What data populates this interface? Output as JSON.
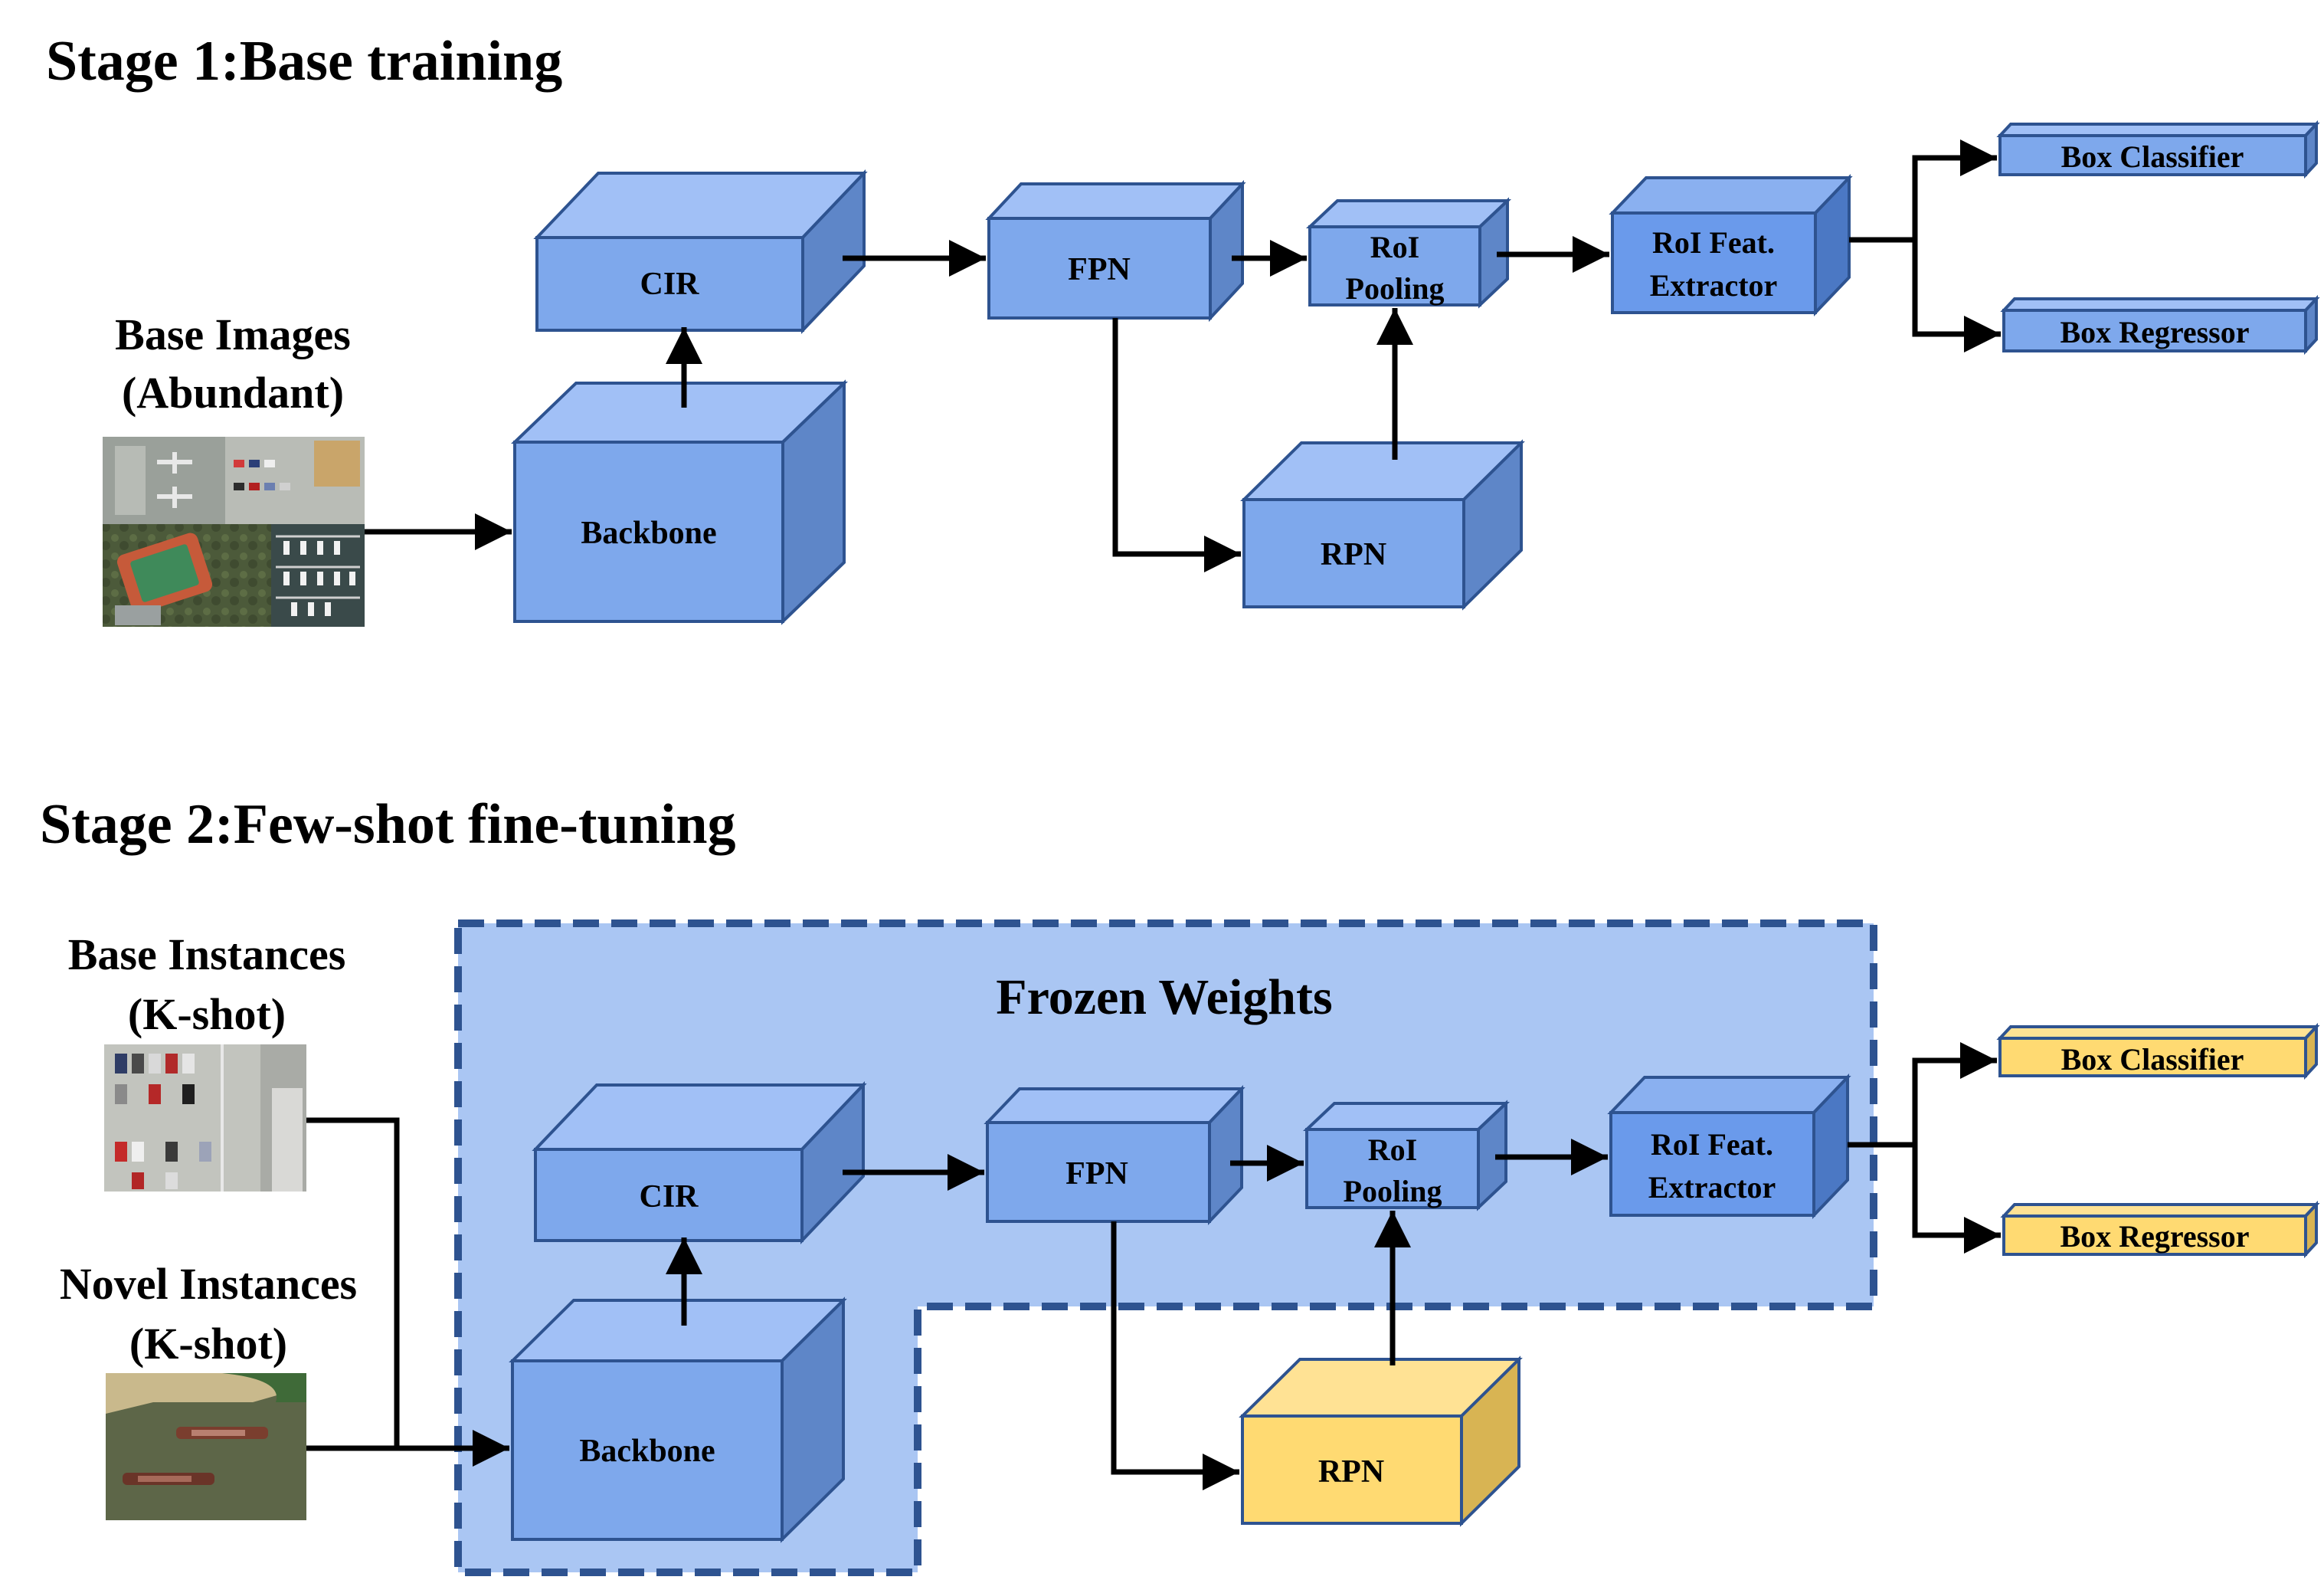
{
  "stage1": {
    "title": "Stage 1:Base training",
    "input_caption": [
      "Base Images",
      "(Abundant)"
    ],
    "modules": {
      "cir": "CIR",
      "backbone": "Backbone",
      "fpn": "FPN",
      "roi_pooling": [
        "RoI",
        "Pooling"
      ],
      "rpn": "RPN",
      "roi_extractor": [
        "RoI Feat.",
        "Extractor"
      ]
    },
    "heads": {
      "classifier": "Box Classifier",
      "regressor": "Box Regressor"
    }
  },
  "stage2": {
    "title": "Stage 2:Few-shot fine-tuning",
    "frozen_label": "Frozen Weights",
    "base_caption": [
      "Base Instances",
      "(K-shot)"
    ],
    "novel_caption": [
      "Novel Instances",
      "(K-shot)"
    ],
    "modules": {
      "cir": "CIR",
      "backbone": "Backbone",
      "fpn": "FPN",
      "roi_pooling": [
        "RoI",
        "Pooling"
      ],
      "rpn": "RPN",
      "roi_extractor": [
        "RoI Feat.",
        "Extractor"
      ]
    },
    "heads": {
      "classifier": "Box Classifier",
      "regressor": "Box Regressor"
    }
  },
  "colors": {
    "frozen_module": "#7EA8EC",
    "trainable_module": "#FFDA72",
    "frozen_region": "#AAC6F3",
    "outline": "#2E5390",
    "arrow": "#000000"
  },
  "icons": {
    "aerial_thumbnails": "satellite-image-thumbnails"
  }
}
